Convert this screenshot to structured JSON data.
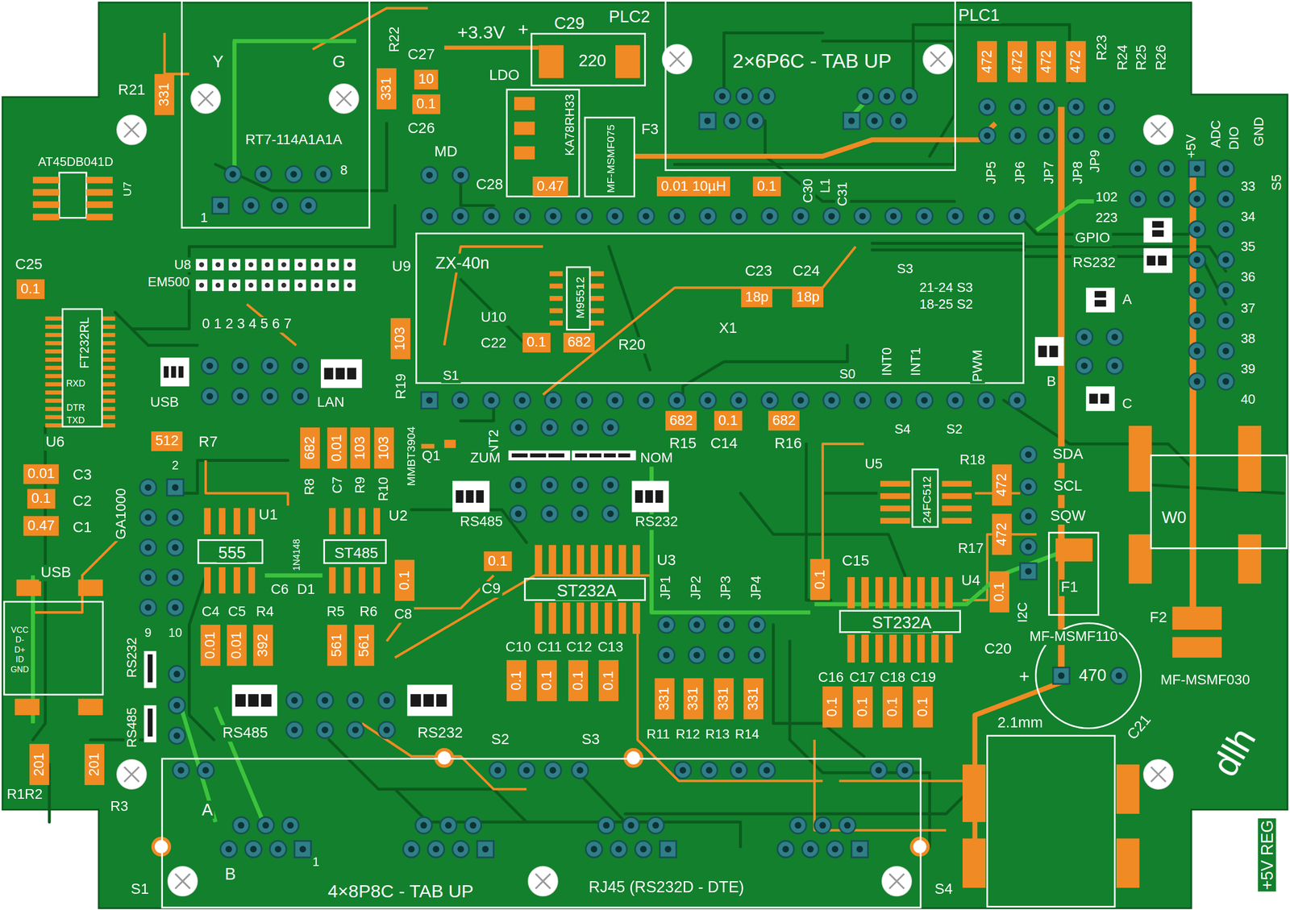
{
  "diagram": {
    "nodes": [
      {
        "text": [
          "RT7-114A1A1A"
        ]
      },
      {
        "text": [
          "331"
        ]
      },
      {
        "text": [
          "331"
        ]
      },
      {
        "text": [
          "10"
        ]
      },
      {
        "text": [
          "0.1"
        ]
      },
      {
        "text": [
          "220"
        ]
      },
      {
        "text": [
          "KA78RH33"
        ]
      },
      {
        "text": [
          "MF-MSMF075"
        ]
      },
      {
        "text": [
          "0.47"
        ],
        "in": 6
      },
      {
        "text": [
          "2×6P6C - TAB UP"
        ]
      },
      {
        "text": [
          "0.01"
        ]
      },
      {
        "text": [
          "10µH"
        ]
      },
      {
        "text": [
          "0.1"
        ]
      },
      {
        "text": [
          "472"
        ]
      },
      {
        "text": [
          "472"
        ]
      },
      {
        "text": [
          "472"
        ]
      },
      {
        "text": [
          "472"
        ]
      },
      {
        "text": [
          "0.1"
        ]
      },
      {
        "text": [
          "FT232RL"
        ]
      },
      {
        "text": [
          "ZX-40n"
        ]
      },
      {
        "text": [
          "M95512"
        ],
        "in": 19
      },
      {
        "text": [
          "0.1"
        ],
        "in": 19
      },
      {
        "text": [
          "682"
        ],
        "in": 19
      },
      {
        "text": [
          "18p"
        ],
        "in": 19
      },
      {
        "text": [
          "18p"
        ],
        "in": 19
      },
      {
        "text": [
          "103"
        ]
      },
      {
        "text": [
          "512"
        ]
      },
      {
        "text": [
          "0.01"
        ]
      },
      {
        "text": [
          "0.1"
        ]
      },
      {
        "text": [
          "0.47"
        ]
      },
      {
        "text": [
          "682"
        ]
      },
      {
        "text": [
          "0.01"
        ]
      },
      {
        "text": [
          "103"
        ]
      },
      {
        "text": [
          "103"
        ]
      },
      {
        "text": [
          "682"
        ]
      },
      {
        "text": [
          "0.1"
        ]
      },
      {
        "text": [
          "682"
        ]
      },
      {
        "text": [
          "24FC512"
        ]
      },
      {
        "text": [
          "472"
        ]
      },
      {
        "text": [
          "W0"
        ]
      },
      {
        "text": [
          "472"
        ]
      },
      {
        "text": [
          "555"
        ]
      },
      {
        "text": [
          "ST485"
        ]
      },
      {
        "text": [
          "0.1"
        ]
      },
      {
        "text": [
          "0.1"
        ]
      },
      {
        "text": [
          "ST232A"
        ]
      },
      {
        "text": [
          "0.1"
        ]
      },
      {
        "text": [
          "0.1"
        ]
      },
      {
        "text": [
          "ST232A"
        ]
      },
      {
        "text": [
          "0.01"
        ]
      },
      {
        "text": [
          "0.01"
        ]
      },
      {
        "text": [
          "392"
        ]
      },
      {
        "text": [
          "561"
        ]
      },
      {
        "text": [
          "561"
        ]
      },
      {
        "text": [
          "470"
        ]
      },
      {
        "text": [
          "0.1"
        ]
      },
      {
        "text": [
          "0.1"
        ]
      },
      {
        "text": [
          "0.1"
        ]
      },
      {
        "text": [
          "0.1"
        ]
      },
      {
        "text": [
          "331"
        ]
      },
      {
        "text": [
          "331"
        ]
      },
      {
        "text": [
          "331"
        ]
      },
      {
        "text": [
          "331"
        ]
      },
      {
        "text": [
          "0.1"
        ]
      },
      {
        "text": [
          "0.1"
        ]
      },
      {
        "text": [
          "0.1"
        ]
      },
      {
        "text": [
          "0.1"
        ]
      },
      {
        "text": [
          "201"
        ]
      },
      {
        "text": [
          "201"
        ]
      },
      {
        "text": [
          "4×8P8C - TAB UP"
        ]
      }
    ],
    "labels": [
      "R21",
      "Y",
      "G",
      "R22",
      "C27",
      "C26",
      "8",
      "1",
      "+3.3V",
      "+",
      "C29",
      "PLC2",
      "LDO",
      "F3",
      "C28",
      "MD",
      "PLC1",
      "R23",
      "R24",
      "R25",
      "R26",
      "C30",
      "L1",
      "C31",
      "JP5",
      "JP6",
      "JP7",
      "JP8",
      "JP9",
      "102",
      "223",
      "+5V",
      "ADC",
      "DIO",
      "GND",
      "S5",
      "33",
      "34",
      "35",
      "36",
      "37",
      "38",
      "39",
      "40",
      "GPIO",
      "RS232",
      "A",
      "B",
      "C",
      "AT45DB041D",
      "U7",
      "C25",
      "U8",
      "EM500",
      "0 1 2 3 4 5 6 7",
      "USB",
      "LAN",
      "U9",
      "U10",
      "C22",
      "R20",
      "C23",
      "C24",
      "X1",
      "S3",
      "21-24 S3",
      "18-25 S2",
      "S1",
      "S0",
      "INT0",
      "INT1",
      "PWM",
      "R19",
      "INT2",
      "RXD",
      "DTR",
      "TXD",
      "U6",
      "R7",
      "C3",
      "C2",
      "C1",
      "GA1000",
      "2",
      "9",
      "10",
      "USB",
      "VCC",
      "D-",
      "D+",
      "ID",
      "GND",
      "RS232",
      "RS485",
      "R1R2",
      "R3",
      "U1",
      "U2",
      "1N4148",
      "C6",
      "D1",
      "C4",
      "C5",
      "R4",
      "R5",
      "R6",
      "C8",
      "R8",
      "C7",
      "R9",
      "R10",
      "MMBT3904",
      "Q1",
      "ZUM",
      "NOM",
      "RS485",
      "RS232",
      "U3",
      "C9",
      "R15",
      "C14",
      "R16",
      "S4",
      "S2",
      "U5",
      "R18",
      "SDA",
      "SCL",
      "SQW",
      "R17",
      "JP1",
      "JP2",
      "JP3",
      "JP4",
      "C10",
      "C11",
      "C12",
      "C13",
      "R11",
      "R12",
      "R13",
      "R14",
      "C15",
      "U4",
      "C20",
      "I2C",
      "C16",
      "C17",
      "C18",
      "C19",
      "F1",
      "F2",
      "MF-MSMF110",
      "MF-MSMF030",
      "+",
      "C21",
      "2.1mm",
      "+5V REG",
      "dlh",
      "RS485",
      "RS232",
      "S2",
      "S3",
      "A",
      "B",
      "1",
      "S1",
      "S4",
      "RJ45 (RS232D - DTE)"
    ]
  }
}
